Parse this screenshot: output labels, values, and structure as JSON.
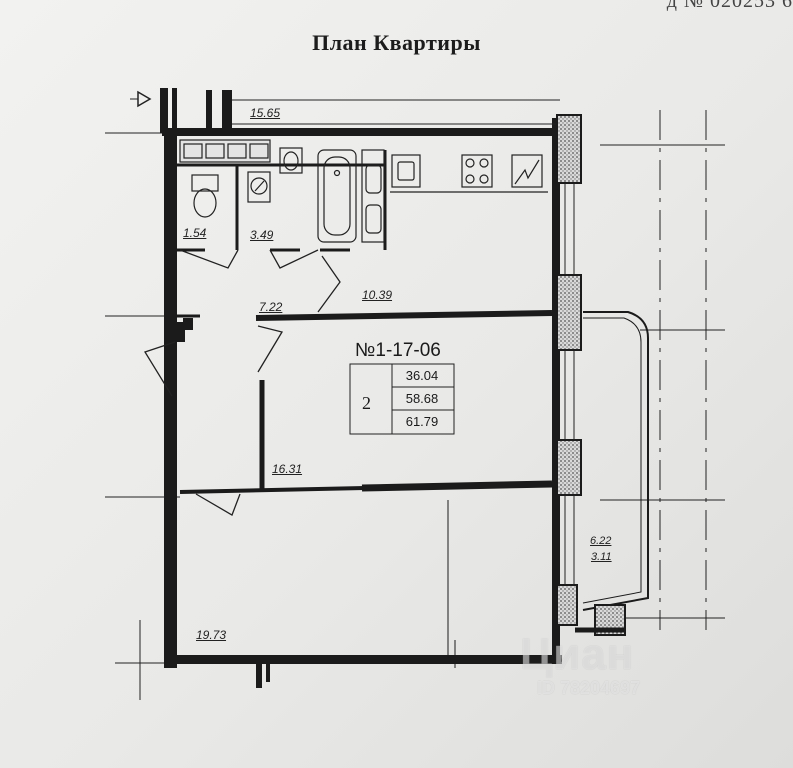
{
  "header": {
    "title": "План Квартиры",
    "corner_text": "д № 020253  6"
  },
  "apartment": {
    "number": "№1-17-06",
    "rooms": "2",
    "stats": [
      "36.04",
      "58.68",
      "61.79"
    ]
  },
  "room_areas": {
    "corridor_top": "15.65",
    "wc": "1.54",
    "bathroom": "3.49",
    "hall": "7.22",
    "kitchen": "10.39",
    "room": "16.31",
    "balcony_full": "6.22",
    "balcony_reduced": "3.11",
    "big_room": "19.73"
  },
  "watermark": {
    "brand": "Циан",
    "id": "ID 78204697"
  },
  "colors": {
    "wall": "#1b1b1b",
    "paper": "#f0f0ee",
    "hatch": "#555555"
  }
}
